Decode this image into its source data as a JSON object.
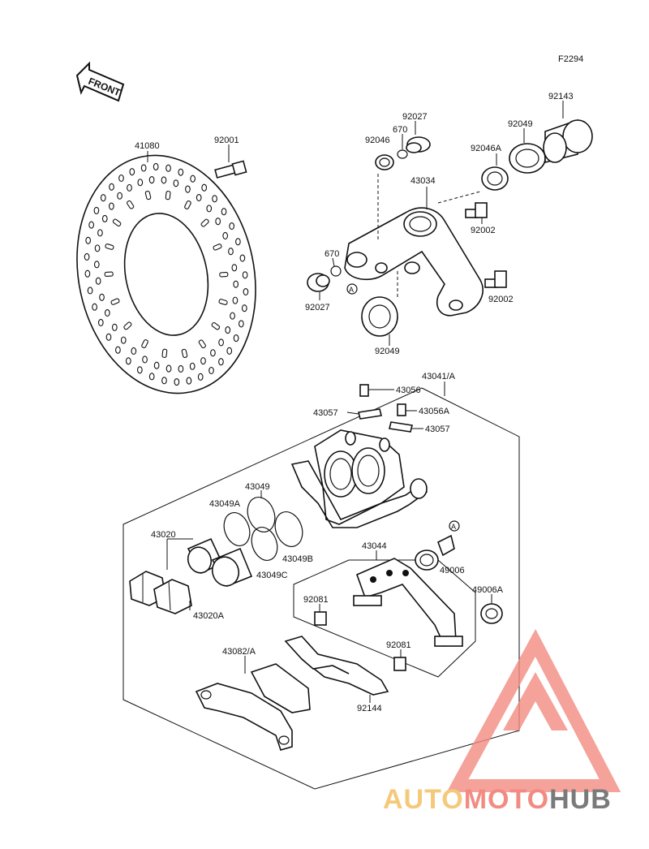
{
  "figure_code": "F2294",
  "front_label": "FRONT",
  "watermark": {
    "text_a": "AUTO",
    "text_b": "MOTO",
    "text_c": "HUB",
    "color_a": "#f5c97a",
    "color_b": "#f28b82",
    "color_c": "#7a7a7a",
    "triangle_color": "#f28b82"
  },
  "labels": {
    "p41080": "41080",
    "p92001": "92001",
    "p92027_top": "92027",
    "p670_top": "670",
    "p92046": "92046",
    "p43034": "43034",
    "p92049_top": "92049",
    "p92143": "92143",
    "p92046A": "92046A",
    "p92002_top": "92002",
    "p92002_bot": "92002",
    "p670_left": "670",
    "p92027_left": "92027",
    "pA_top": "A",
    "p92049_bot": "92049",
    "p43041": "43041/A",
    "p43056": "43056",
    "p43057_left": "43057",
    "p43056A": "43056A",
    "p43057_right": "43057",
    "p43049": "43049",
    "p43049A": "43049A",
    "p43020": "43020",
    "p43049B": "43049B",
    "p43049C": "43049C",
    "p43020A": "43020A",
    "p43044": "43044",
    "pA_bot": "A",
    "p49006": "49006",
    "p49006A": "49006A",
    "p92081_left": "92081",
    "p92081_right": "92081",
    "p43082": "43082/A",
    "p92144": "92144"
  }
}
